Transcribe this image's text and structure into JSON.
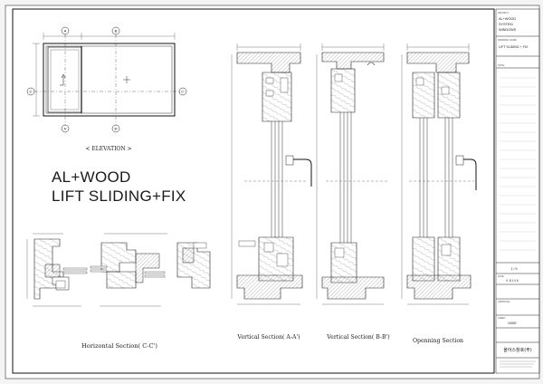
{
  "drawing": {
    "title_line1": "AL+WOOD",
    "title_line2": "LIFT SLIDING+FIX",
    "elevation_caption": "< ELEVATION >",
    "captions": {
      "horizontal": "Horizontal Section( C-C')",
      "vertical_a": "Vertical Section( A-A')",
      "vertical_b": "Vertical Section( B-B')",
      "opening": "Openning Section"
    },
    "section_markers": [
      "A",
      "A'",
      "B",
      "B'",
      "C",
      "C'"
    ]
  },
  "title_block": {
    "project_key": "PROJECT",
    "project_lines": [
      "AL+WOOD",
      "SYSTEM",
      "WINDOWS"
    ],
    "drawing_key": "DRAWING NAME",
    "drawing_name": "LIFT SLIDING + FIX",
    "note_key": "NOTE",
    "scale_value": "1 / 5",
    "date_key": "DATE",
    "date_value": "0. 8   1 0 6",
    "approval_key": "APPROVAL",
    "sheet_key": "SHEET",
    "sheet_value": "NONE",
    "company_korean": "올아스창호(주)"
  }
}
